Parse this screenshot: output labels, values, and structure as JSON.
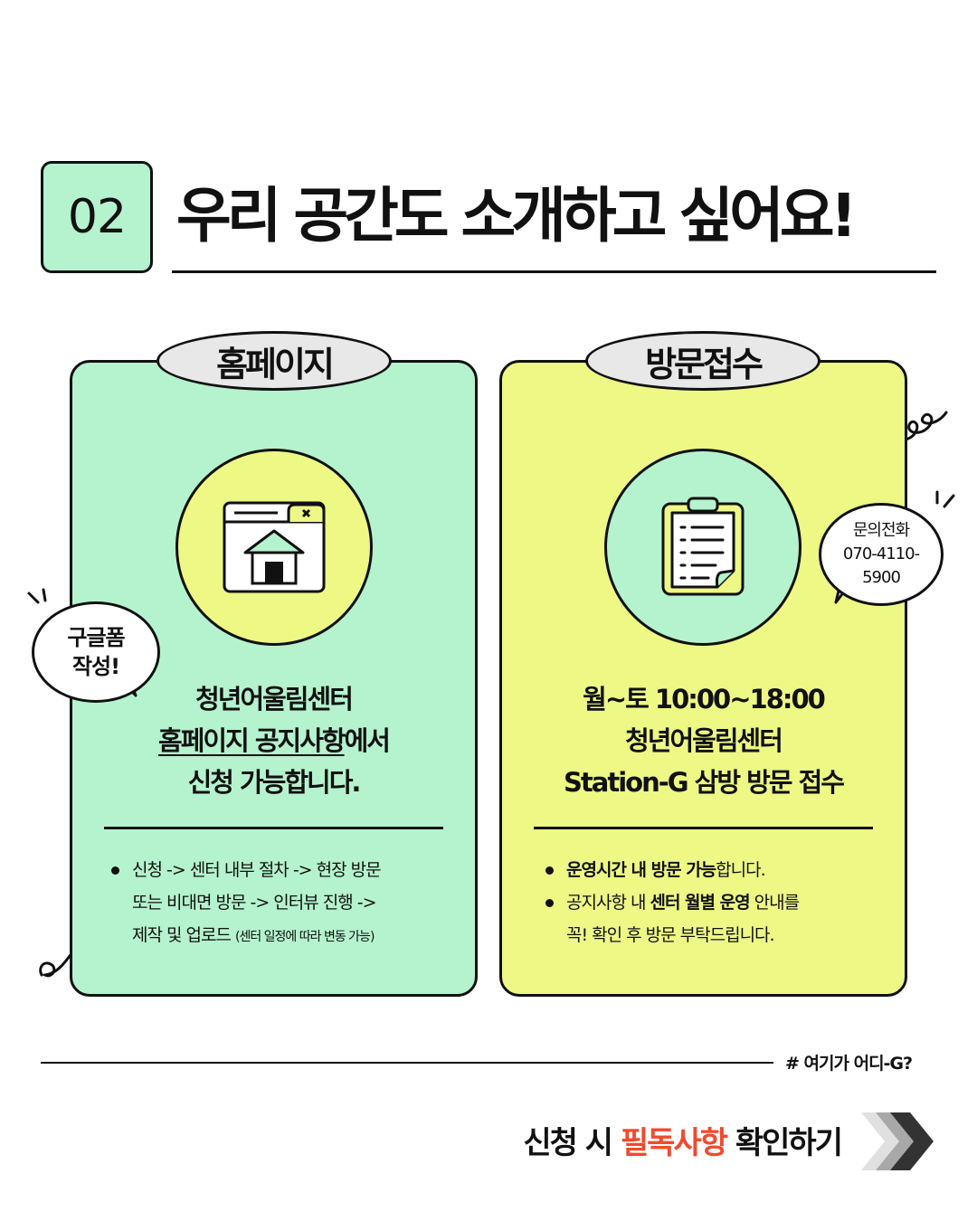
{
  "header": {
    "number": "02",
    "title": "우리 공간도 소개하고 싶어요!"
  },
  "left_card": {
    "pill_label": "홈페이지",
    "icon": "browser-home-icon",
    "main_line1": "청년어울림센터",
    "main_line2_underlined": "홈페이지 공지사항",
    "main_line2_rest": "에서",
    "main_line3": "신청 가능합니다.",
    "bullet_line1": "신청 -> 센터 내부 절차 -> 현장 방문",
    "bullet_line2": "또는 비대면 방문 -> 인터뷰 진행 ->",
    "bullet_line3": "제작 및 업로드 ",
    "bullet_note": "(센터 일정에 따라 변동 가능)",
    "bubble_line1": "구글폼",
    "bubble_line2": "작성!"
  },
  "right_card": {
    "pill_label": "방문접수",
    "icon": "clipboard-icon",
    "main_line1": "월~토 10:00~18:00",
    "main_line2": "청년어울림센터",
    "main_line3": "Station-G 삼방 방문 접수",
    "bullet1_bold": "운영시간 내 방문 가능",
    "bullet1_rest": "합니다.",
    "bullet2_part1": "공지사항 내 ",
    "bullet2_bold1": "센터 월별 운영",
    "bullet2_part2": " 안내를",
    "bullet2_line2": "꼭! 확인 후 방문 부탁드립니다.",
    "bubble_line1": "문의전화",
    "bubble_line2": "070-4110-",
    "bubble_line3": "5900"
  },
  "footer": {
    "hashtag": "# 여기가 어디-G?",
    "cta_part1": "신청 시 ",
    "cta_highlight": "필독사항",
    "cta_part2": " 확인하기",
    "cta_icon": "double-chevron-right-icon",
    "highlight_color": "#f04a2c"
  },
  "colors": {
    "mint": "#b4f3cd",
    "yellow": "#edf885",
    "pill_gray": "#e8e8e8"
  }
}
